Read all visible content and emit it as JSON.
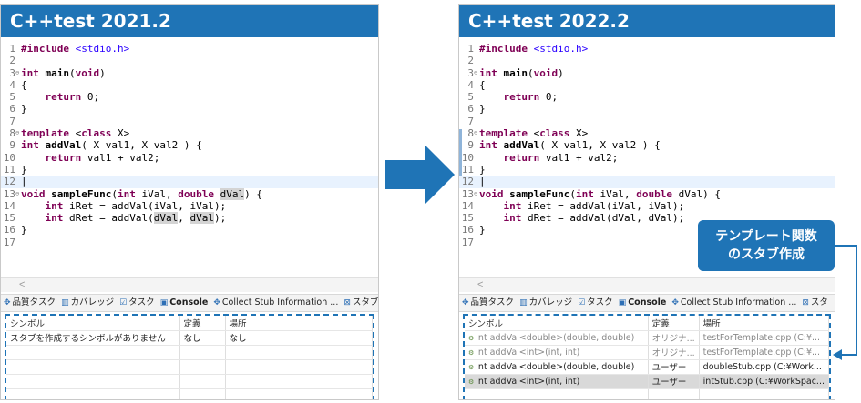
{
  "left_panel": {
    "title": "C++test 2021.2",
    "code_lines": [
      {
        "n": "1",
        "tokens": [
          {
            "t": "#include",
            "c": "kw"
          },
          {
            "t": " "
          },
          {
            "t": "<stdio.h>",
            "c": "str"
          }
        ]
      },
      {
        "n": "2",
        "tokens": []
      },
      {
        "n": "3",
        "fold": true,
        "tokens": [
          {
            "t": "int",
            "c": "kw"
          },
          {
            "t": " "
          },
          {
            "t": "main",
            "c": "b"
          },
          {
            "t": "("
          },
          {
            "t": "void",
            "c": "kw"
          },
          {
            "t": ")"
          }
        ]
      },
      {
        "n": "4",
        "tokens": [
          {
            "t": "{"
          }
        ]
      },
      {
        "n": "5",
        "tokens": [
          {
            "t": "    "
          },
          {
            "t": "return",
            "c": "kw"
          },
          {
            "t": " 0;"
          }
        ]
      },
      {
        "n": "6",
        "tokens": [
          {
            "t": "}"
          }
        ]
      },
      {
        "n": "7",
        "tokens": []
      },
      {
        "n": "8",
        "fold": true,
        "tokens": [
          {
            "t": "template",
            "c": "kw"
          },
          {
            "t": " <"
          },
          {
            "t": "class",
            "c": "kw"
          },
          {
            "t": " X>"
          }
        ]
      },
      {
        "n": "9",
        "tokens": [
          {
            "t": "int",
            "c": "kw"
          },
          {
            "t": " "
          },
          {
            "t": "addVal",
            "c": "b"
          },
          {
            "t": "( X val1, X val2 ) {"
          }
        ]
      },
      {
        "n": "10",
        "tokens": [
          {
            "t": "    "
          },
          {
            "t": "return",
            "c": "kw"
          },
          {
            "t": " val1 + val2;"
          }
        ]
      },
      {
        "n": "11",
        "tokens": [
          {
            "t": "}"
          }
        ]
      },
      {
        "n": "12",
        "hl": true,
        "tokens": [
          {
            "t": "|"
          }
        ]
      },
      {
        "n": "13",
        "fold": true,
        "tokens": [
          {
            "t": "void",
            "c": "kw"
          },
          {
            "t": " "
          },
          {
            "t": "sampleFunc",
            "c": "b"
          },
          {
            "t": "("
          },
          {
            "t": "int",
            "c": "kw"
          },
          {
            "t": " iVal, "
          },
          {
            "t": "double",
            "c": "kw"
          },
          {
            "t": " "
          },
          {
            "t": "dVal",
            "c": "ref"
          },
          {
            "t": ") {"
          }
        ]
      },
      {
        "n": "14",
        "tokens": [
          {
            "t": "    "
          },
          {
            "t": "int",
            "c": "kw"
          },
          {
            "t": " iRet = addVal(iVal, iVal);"
          }
        ]
      },
      {
        "n": "15",
        "tokens": [
          {
            "t": "    "
          },
          {
            "t": "int",
            "c": "kw"
          },
          {
            "t": " dRet = addVal("
          },
          {
            "t": "dVal",
            "c": "ref"
          },
          {
            "t": ", "
          },
          {
            "t": "dVal",
            "c": "ref"
          },
          {
            "t": ");"
          }
        ]
      },
      {
        "n": "16",
        "tokens": [
          {
            "t": "}"
          }
        ]
      },
      {
        "n": "17",
        "tokens": []
      }
    ],
    "tabs": [
      {
        "icon": "✥",
        "label": "品質タスク"
      },
      {
        "icon": "▥",
        "label": "カバレッジ"
      },
      {
        "icon": "☑",
        "label": "タスク"
      },
      {
        "icon": "▣",
        "label": "Console",
        "active": true
      },
      {
        "icon": "✥",
        "label": "Collect Stub Information ..."
      },
      {
        "icon": "⊠",
        "label": "スタブ"
      }
    ],
    "table": {
      "headers": [
        "シンボル",
        "定義",
        "場所"
      ],
      "rows": [
        {
          "symbol": "スタブを作成するシンボルがありません",
          "def": "なし",
          "loc": "なし"
        },
        {
          "symbol": "",
          "def": "",
          "loc": ""
        },
        {
          "symbol": "",
          "def": "",
          "loc": ""
        },
        {
          "symbol": "",
          "def": "",
          "loc": ""
        },
        {
          "symbol": "",
          "def": "",
          "loc": ""
        }
      ]
    }
  },
  "right_panel": {
    "title": "C++test 2022.2",
    "code_lines": [
      {
        "n": "1",
        "tokens": [
          {
            "t": "#include",
            "c": "kw"
          },
          {
            "t": " "
          },
          {
            "t": "<stdio.h>",
            "c": "str"
          }
        ]
      },
      {
        "n": "2",
        "tokens": []
      },
      {
        "n": "3",
        "fold": true,
        "tokens": [
          {
            "t": "int",
            "c": "kw"
          },
          {
            "t": " "
          },
          {
            "t": "main",
            "c": "b"
          },
          {
            "t": "("
          },
          {
            "t": "void",
            "c": "kw"
          },
          {
            "t": ")"
          }
        ]
      },
      {
        "n": "4",
        "tokens": [
          {
            "t": "{"
          }
        ]
      },
      {
        "n": "5",
        "tokens": [
          {
            "t": "    "
          },
          {
            "t": "return",
            "c": "kw"
          },
          {
            "t": " 0;"
          }
        ]
      },
      {
        "n": "6",
        "tokens": [
          {
            "t": "}"
          }
        ]
      },
      {
        "n": "7",
        "tokens": []
      },
      {
        "n": "8",
        "fold": true,
        "tokens": [
          {
            "t": "template",
            "c": "kw"
          },
          {
            "t": " <"
          },
          {
            "t": "class",
            "c": "kw"
          },
          {
            "t": " X>"
          }
        ]
      },
      {
        "n": "9",
        "tokens": [
          {
            "t": "int",
            "c": "kw"
          },
          {
            "t": " "
          },
          {
            "t": "addVal",
            "c": "b"
          },
          {
            "t": "( X val1, X val2 ) {"
          }
        ]
      },
      {
        "n": "10",
        "tokens": [
          {
            "t": "    "
          },
          {
            "t": "return",
            "c": "kw"
          },
          {
            "t": " val1 + val2;"
          }
        ]
      },
      {
        "n": "11",
        "tokens": [
          {
            "t": "}"
          }
        ]
      },
      {
        "n": "12",
        "hl": true,
        "tokens": [
          {
            "t": "|"
          }
        ]
      },
      {
        "n": "13",
        "fold": true,
        "tokens": [
          {
            "t": "void",
            "c": "kw"
          },
          {
            "t": " "
          },
          {
            "t": "sampleFunc",
            "c": "b"
          },
          {
            "t": "("
          },
          {
            "t": "int",
            "c": "kw"
          },
          {
            "t": " iVal, "
          },
          {
            "t": "double",
            "c": "kw"
          },
          {
            "t": " dVal) {"
          }
        ]
      },
      {
        "n": "14",
        "tokens": [
          {
            "t": "    "
          },
          {
            "t": "int",
            "c": "kw"
          },
          {
            "t": " iRet = addVal(iVal, iVal);"
          }
        ]
      },
      {
        "n": "15",
        "tokens": [
          {
            "t": "    "
          },
          {
            "t": "int",
            "c": "kw"
          },
          {
            "t": " dRet = addVal(dVal, dVal);"
          }
        ]
      },
      {
        "n": "16",
        "tokens": [
          {
            "t": "}"
          }
        ]
      },
      {
        "n": "17",
        "tokens": []
      }
    ],
    "tabs": [
      {
        "icon": "✥",
        "label": "品質タスク"
      },
      {
        "icon": "▥",
        "label": "カバレッジ"
      },
      {
        "icon": "☑",
        "label": "タスク"
      },
      {
        "icon": "▣",
        "label": "Console",
        "active": true
      },
      {
        "icon": "✥",
        "label": "Collect Stub Information ..."
      },
      {
        "icon": "⊠",
        "label": "スタ"
      }
    ],
    "table": {
      "headers": [
        "シンボル",
        "定義",
        "場所"
      ],
      "rows": [
        {
          "symbol": "int addVal<double>(double, double)",
          "def": "オリジナ...",
          "loc": "testForTemplate.cpp  (C:¥...",
          "style": "dim",
          "icon": true
        },
        {
          "symbol": "int addVal<int>(int, int)",
          "def": "オリジナ...",
          "loc": "testForTemplate.cpp  (C:¥...",
          "style": "dim",
          "icon": true
        },
        {
          "symbol": "int addVal<double>(double, double)",
          "def": "ユーザー",
          "loc": "doubleStub.cpp  (C:¥Work...",
          "style": "",
          "icon": true
        },
        {
          "symbol": "int addVal<int>(int, int)",
          "def": "ユーザー",
          "loc": "intStub.cpp  (C:¥WorkSpac...",
          "style": "sel",
          "icon": true
        },
        {
          "symbol": "",
          "def": "",
          "loc": "",
          "style": ""
        }
      ]
    }
  },
  "callout": {
    "line1": "テンプレート関数",
    "line2": "のスタブ作成"
  },
  "colors": {
    "accent": "#1f74b6",
    "keyword": "#7f0055",
    "string": "#2a00ff"
  }
}
